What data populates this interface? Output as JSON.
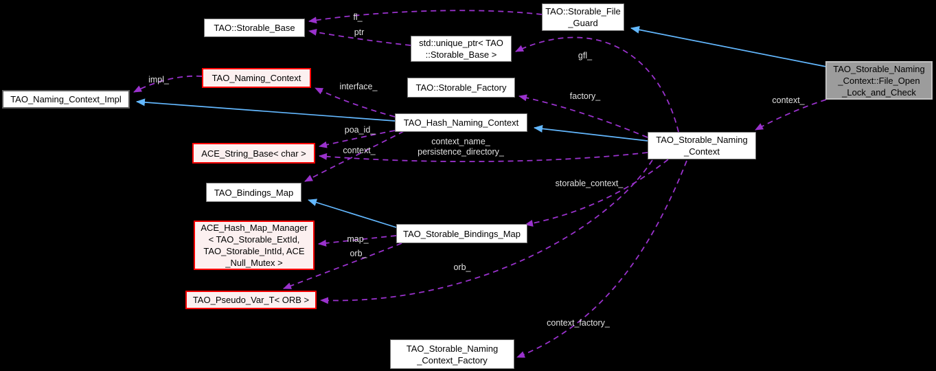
{
  "diagram": {
    "title": "Collaboration graph for TAO_Storable_Naming_Context::File_Open_Lock_and_Check",
    "colors": {
      "background": "#000000",
      "usage_edge": "#9A32CD",
      "inheritance_edge": "#63B8FF",
      "node_fill": "#FFFFFF",
      "node_border": "#757575",
      "red_node_fill": "#FCF0F0",
      "red_node_border": "#FF0000",
      "current_node_fill": "#9C9C9C",
      "edge_label_text": "#E2E2E2"
    },
    "nodes": {
      "storable_base": {
        "label": "TAO::Storable_Base"
      },
      "file_guard": {
        "label": "TAO::Storable_File\n_Guard"
      },
      "unique_ptr": {
        "label": "std::unique_ptr< TAO\n::Storable_Base >"
      },
      "storable_factory": {
        "label": "TAO::Storable_Factory"
      },
      "naming_context": {
        "label": "TAO_Naming_Context"
      },
      "naming_context_impl": {
        "label": "TAO_Naming_Context_Impl"
      },
      "hash_naming_context": {
        "label": "TAO_Hash_Naming_Context"
      },
      "file_open_lock_and_check": {
        "label": "TAO_Storable_Naming\n_Context::File_Open\n_Lock_and_Check"
      },
      "ace_string_base": {
        "label": "ACE_String_Base< char >"
      },
      "storable_naming_context": {
        "label": "TAO_Storable_Naming\n_Context"
      },
      "bindings_map": {
        "label": "TAO_Bindings_Map"
      },
      "ace_hash_map_manager": {
        "label": "ACE_Hash_Map_Manager\n< TAO_Storable_ExtId,\nTAO_Storable_IntId, ACE\n_Null_Mutex >"
      },
      "storable_bindings_map": {
        "label": "TAO_Storable_Bindings_Map"
      },
      "pseudo_var": {
        "label": "TAO_Pseudo_Var_T< ORB >"
      },
      "storable_naming_context_factory": {
        "label": "TAO_Storable_Naming\n_Context_Factory"
      }
    },
    "edge_labels": {
      "fl": "fl_",
      "ptr": "ptr",
      "gfl": "gfl_",
      "impl": "impl_",
      "interface": "interface_",
      "factory": "factory_",
      "context_lock": "context_",
      "poa_id": "poa_id_",
      "context_hash": "context_",
      "context_name": "context_name_\npersistence_directory_",
      "storable_context": "storable_context_",
      "map": "map_",
      "orb_bindings": "orb_",
      "orb_context": "orb_",
      "context_factory": "context_factory_"
    }
  }
}
